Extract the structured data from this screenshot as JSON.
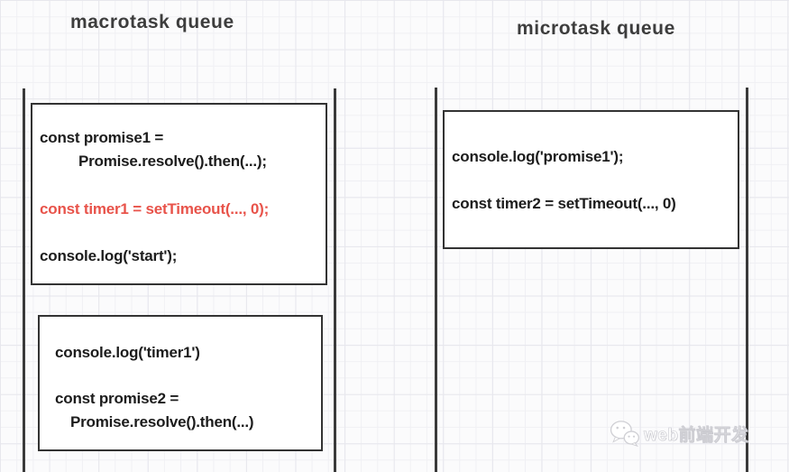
{
  "colors": {
    "accent_red": "#e8534a",
    "code_text": "#1c1c1c",
    "wall": "#3a3a3a",
    "title_text": "#3d3d3d"
  },
  "macrotask": {
    "title": "macrotask queue",
    "box1_lines": [
      "const promise1 =",
      "Promise.resolve().then(...);",
      "const timer1 = setTimeout(..., 0);",
      "console.log('start');"
    ],
    "box2_lines": [
      "console.log('timer1')",
      "const promise2 =",
      "Promise.resolve().then(...)"
    ]
  },
  "microtask": {
    "title": "microtask queue",
    "box1_lines": [
      "console.log('promise1');",
      "const timer2 = setTimeout(..., 0)"
    ]
  },
  "watermark": {
    "icon": "wechat-icon",
    "text": "web前端开发"
  }
}
